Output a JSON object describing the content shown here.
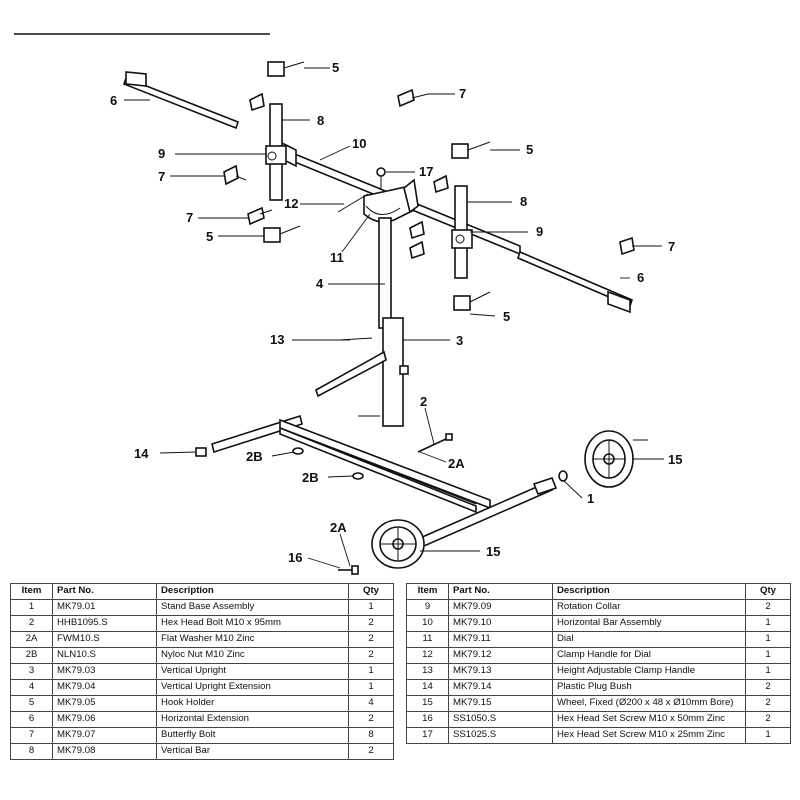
{
  "columns": {
    "item": "Item",
    "part_no": "Part No.",
    "description": "Description",
    "qty": "Qty"
  },
  "callouts": {
    "c1": "1",
    "c2": "2",
    "c2a_1": "2A",
    "c2a_2": "2A",
    "c2b_1": "2B",
    "c2b_2": "2B",
    "c3": "3",
    "c4": "4",
    "c5_1": "5",
    "c5_2": "5",
    "c5_3": "5",
    "c5_4": "5",
    "c6_1": "6",
    "c6_2": "6",
    "c7_1": "7",
    "c7_2": "7",
    "c7_3": "7",
    "c7_4": "7",
    "c8_1": "8",
    "c8_2": "8",
    "c9_1": "9",
    "c9_2": "9",
    "c10": "10",
    "c11": "11",
    "c12": "12",
    "c13": "13",
    "c14": "14",
    "c15_1": "15",
    "c15_2": "15",
    "c16": "16",
    "c17": "17"
  },
  "bom_left": [
    {
      "item": "1",
      "part_no": "MK79.01",
      "description": "Stand Base Assembly",
      "qty": "1"
    },
    {
      "item": "2",
      "part_no": "HHB1095.S",
      "description": "Hex Head Bolt M10 x 95mm",
      "qty": "2"
    },
    {
      "item": "2A",
      "part_no": "FWM10.S",
      "description": "Flat Washer M10 Zinc",
      "qty": "2"
    },
    {
      "item": "2B",
      "part_no": "NLN10.S",
      "description": "Nyloc Nut M10 Zinc",
      "qty": "2"
    },
    {
      "item": "3",
      "part_no": "MK79.03",
      "description": "Vertical Upright",
      "qty": "1"
    },
    {
      "item": "4",
      "part_no": "MK79.04",
      "description": "Vertical Upright Extension",
      "qty": "1"
    },
    {
      "item": "5",
      "part_no": "MK79.05",
      "description": "Hook Holder",
      "qty": "4"
    },
    {
      "item": "6",
      "part_no": "MK79.06",
      "description": "Horizontal Extension",
      "qty": "2"
    },
    {
      "item": "7",
      "part_no": "MK79.07",
      "description": "Butterfly Bolt",
      "qty": "8"
    },
    {
      "item": "8",
      "part_no": "MK79.08",
      "description": "Vertical Bar",
      "qty": "2"
    }
  ],
  "bom_right": [
    {
      "item": "9",
      "part_no": "MK79.09",
      "description": "Rotation Collar",
      "qty": "2"
    },
    {
      "item": "10",
      "part_no": "MK79.10",
      "description": "Horizontal Bar Assembly",
      "qty": "1"
    },
    {
      "item": "11",
      "part_no": "MK79.11",
      "description": "Dial",
      "qty": "1"
    },
    {
      "item": "12",
      "part_no": "MK79.12",
      "description": "Clamp Handle for Dial",
      "qty": "1"
    },
    {
      "item": "13",
      "part_no": "MK79.13",
      "description": "Height Adjustable Clamp Handle",
      "qty": "1"
    },
    {
      "item": "14",
      "part_no": "MK79.14",
      "description": "Plastic Plug Bush",
      "qty": "2"
    },
    {
      "item": "15",
      "part_no": "MK79.15",
      "description": "Wheel, Fixed (Ø200 x 48 x Ø10mm Bore)",
      "qty": "2"
    },
    {
      "item": "16",
      "part_no": "SS1050.S",
      "description": "Hex Head Set Screw M10 x 50mm Zinc",
      "qty": "2"
    },
    {
      "item": "17",
      "part_no": "SS1025.S",
      "description": "Hex Head Set Screw M10 x 25mm Zinc",
      "qty": "1"
    }
  ]
}
